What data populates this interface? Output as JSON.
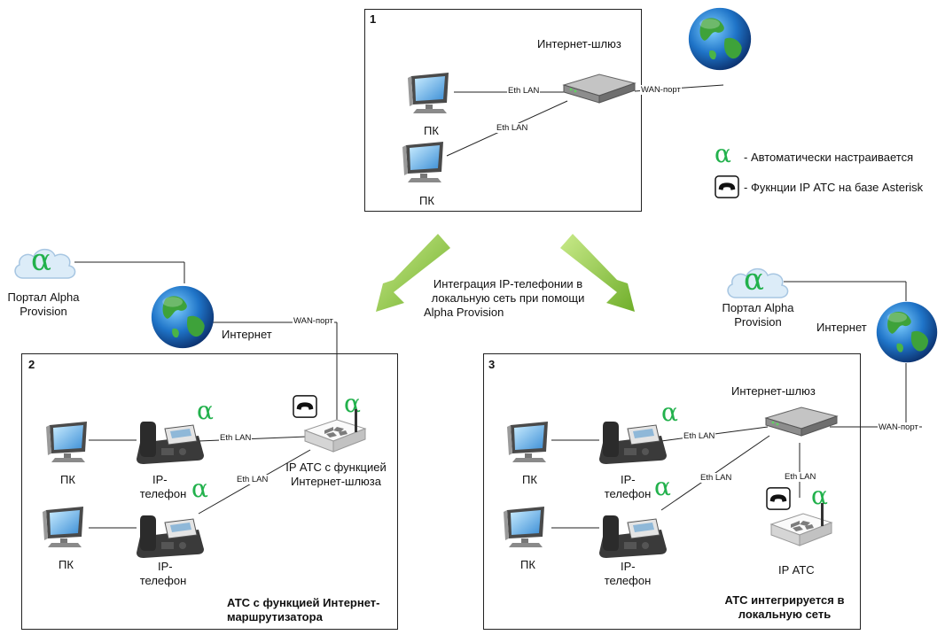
{
  "colors": {
    "alpha": "#22b14c",
    "arrow": "#8cc63f",
    "line": "#222222"
  },
  "legend": {
    "alpha_symbol": "α",
    "alpha_text": "- Автоматически настраивается",
    "phone_text": "- Фукнции IP АТС на базе Asterisk"
  },
  "scheme1": {
    "number": "1",
    "gateway_label": "Интернет-шлюз",
    "pc1_label": "ПК",
    "pc2_label": "ПК",
    "link1": "Eth LAN",
    "link2": "Eth LAN",
    "wan": "WAN-порт"
  },
  "center_text": {
    "line1": "Интеграция IP-телефонии в",
    "line2": "локальную сеть при помощи",
    "line3": "Alpha Provision"
  },
  "left_cloud": {
    "line1": "Портал Alpha",
    "line2": "Provision",
    "internet": "Интернет",
    "wan": "WAN-порт"
  },
  "right_cloud": {
    "line1": "Портал Alpha",
    "line2": "Provision",
    "internet": "Интернет"
  },
  "scheme2": {
    "number": "2",
    "pc1": "ПК",
    "pc2": "ПК",
    "phone1_l1": "IP-",
    "phone1_l2": "телефон",
    "phone2_l1": "IP-",
    "phone2_l2": "телефон",
    "link1": "Eth LAN",
    "link2": "Eth LAN",
    "router_l1": "IP АТС с функцией",
    "router_l2": "Интернет-шлюза",
    "caption_l1": "АТС с функцией Интернет-",
    "caption_l2": "маршрутизатора"
  },
  "scheme3": {
    "number": "3",
    "gateway_label": "Интернет-шлюз",
    "pc1": "ПК",
    "pc2": "ПК",
    "phone1_l1": "IP-",
    "phone1_l2": "телефон",
    "phone2_l1": "IP-",
    "phone2_l2": "телефон",
    "link1": "Eth LAN",
    "link2": "Eth LAN",
    "link3": "Eth LAN",
    "wan": "WAN-порт",
    "pbx": "IP АТС",
    "caption_l1": "АТС интегрируется в",
    "caption_l2": "локальную сеть"
  },
  "icons": {
    "globe": "globe-icon",
    "cloud": "cloud-icon",
    "monitor": "monitor-icon",
    "phone": "ip-phone-icon",
    "router": "router-icon",
    "gateway": "gateway-icon",
    "handset": "handset-icon"
  }
}
